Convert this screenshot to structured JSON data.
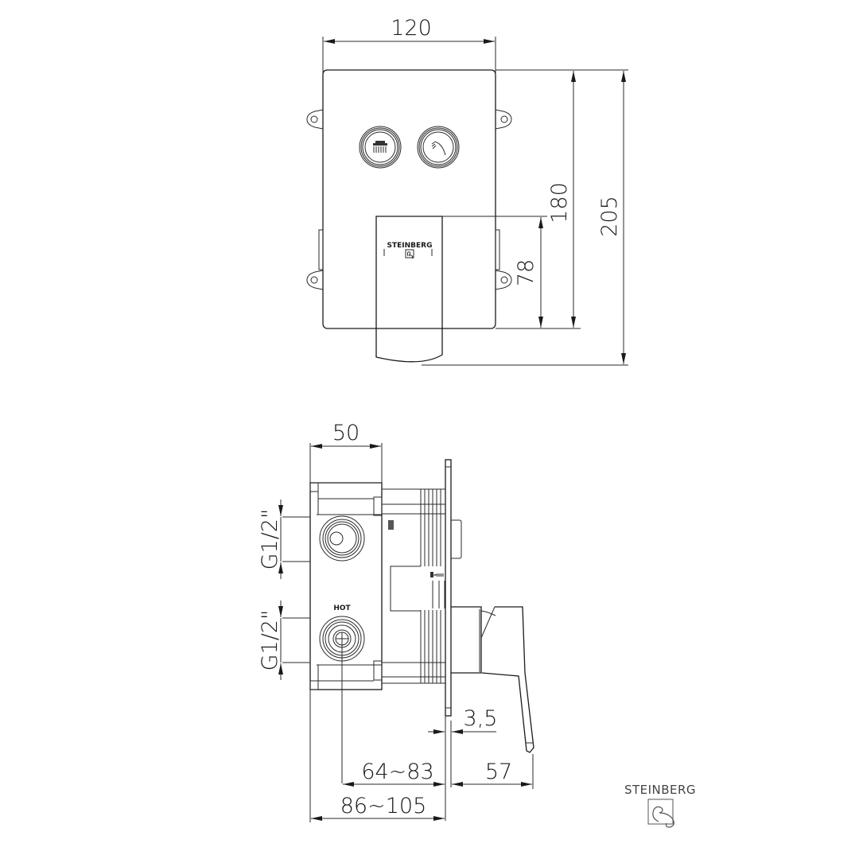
{
  "drawing": {
    "type": "technical-drawing",
    "subject": "concealed shower mixer with diverter",
    "front_view": {
      "dimensions": {
        "width": "120",
        "plate_height": "180",
        "total_height": "205",
        "handle_height": "78"
      },
      "buttons": [
        {
          "icon": "rain-shower-icon"
        },
        {
          "icon": "hand-shower-icon"
        }
      ],
      "handle_brand": "STEINBERG"
    },
    "side_view": {
      "dimensions": {
        "body_width": "50",
        "thread_top": "G1/2\"",
        "thread_bottom": "G1/2\"",
        "plate_thickness": "3,5",
        "depth_range_inner": "64~83",
        "depth_range_total": "86~105",
        "handle_projection": "57"
      },
      "inlet_label": "HOT"
    }
  },
  "logo": {
    "text": "STEINBERG"
  }
}
